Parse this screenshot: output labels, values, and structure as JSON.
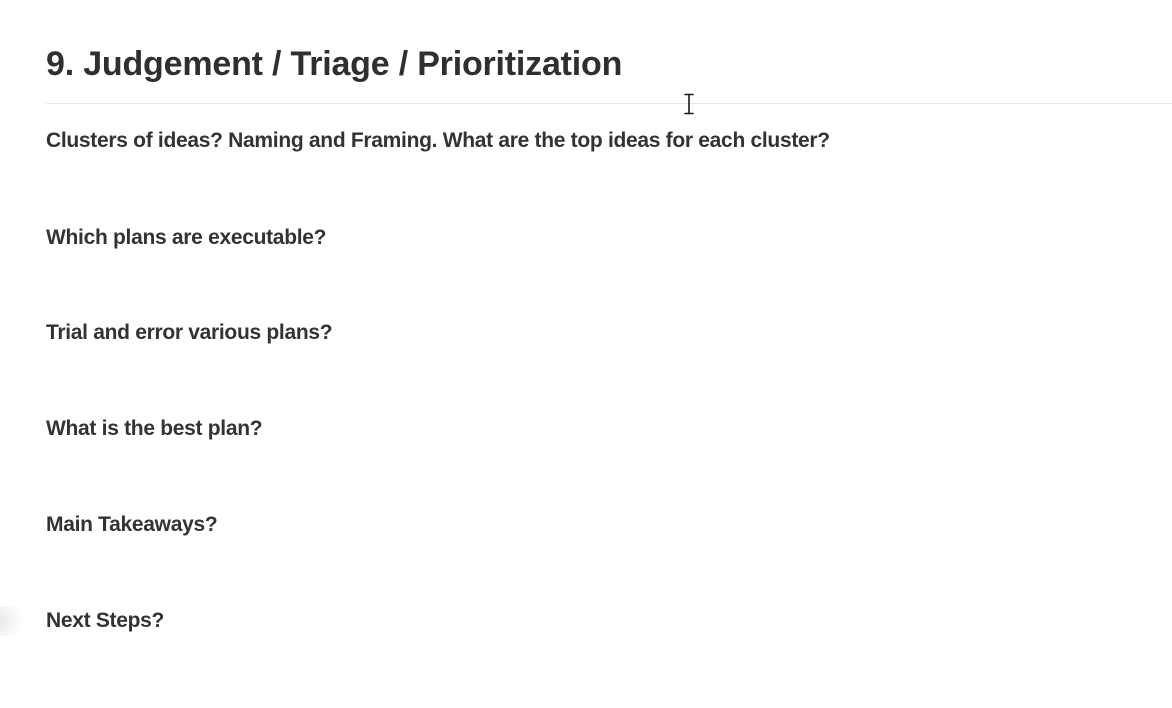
{
  "page": {
    "title": "9. Judgement / Triage / Prioritization",
    "blocks": [
      "Clusters of ideas? Naming and Framing. What are the top ideas for each cluster?",
      "Which plans are executable?",
      "Trial and error various plans?",
      "What is the best plan?",
      "Main Takeaways?",
      "Next Steps?"
    ]
  },
  "cursor": {
    "icon": "text-cursor-icon"
  },
  "colors": {
    "text": "#2f2f2f",
    "divider": "#e9e9e9",
    "background": "#ffffff"
  }
}
